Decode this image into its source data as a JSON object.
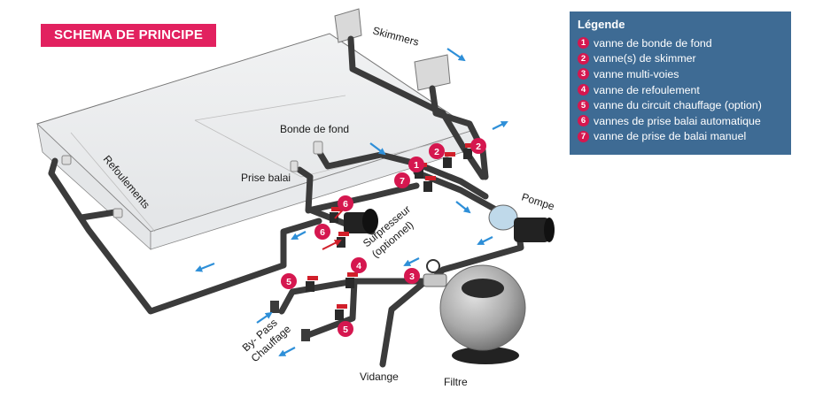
{
  "title": "SCHEMA DE PRINCIPE",
  "legend": {
    "title": "Légende",
    "items": [
      {
        "num": "1",
        "label": "vanne de bonde de fond"
      },
      {
        "num": "2",
        "label": "vanne(s) de skimmer"
      },
      {
        "num": "3",
        "label": "vanne multi-voies"
      },
      {
        "num": "4",
        "label": "vanne de refoulement"
      },
      {
        "num": "5",
        "label": "vanne du circuit chauffage (option)"
      },
      {
        "num": "6",
        "label": "vannes de prise balai automatique"
      },
      {
        "num": "7",
        "label": "vanne de prise de balai manuel"
      }
    ]
  },
  "labels": {
    "skimmers": "Skimmers",
    "bonde": "Bonde de fond",
    "prise_balai": "Prise balai",
    "refoulements": "Refoulements",
    "pompe": "Pompe",
    "surpresseur": "Surpresseur",
    "optionnel": "(optionnel)",
    "bypass": "By- Pass",
    "chauffage": "Chauffage",
    "vidange": "Vidange",
    "filtre": "Filtre"
  },
  "badges": {
    "b1": "1",
    "b2a": "2",
    "b2b": "2",
    "b3": "3",
    "b4": "4",
    "b5a": "5",
    "b5b": "5",
    "b6a": "6",
    "b6b": "6",
    "b7": "7"
  },
  "colors": {
    "pipe": "#3b3b3b",
    "valve_red": "#d11f2a",
    "badge": "#d5174f",
    "flow_arrow": "#2e8fd8",
    "legend_bg": "#3e6b94",
    "title_bg": "#e2215f"
  }
}
